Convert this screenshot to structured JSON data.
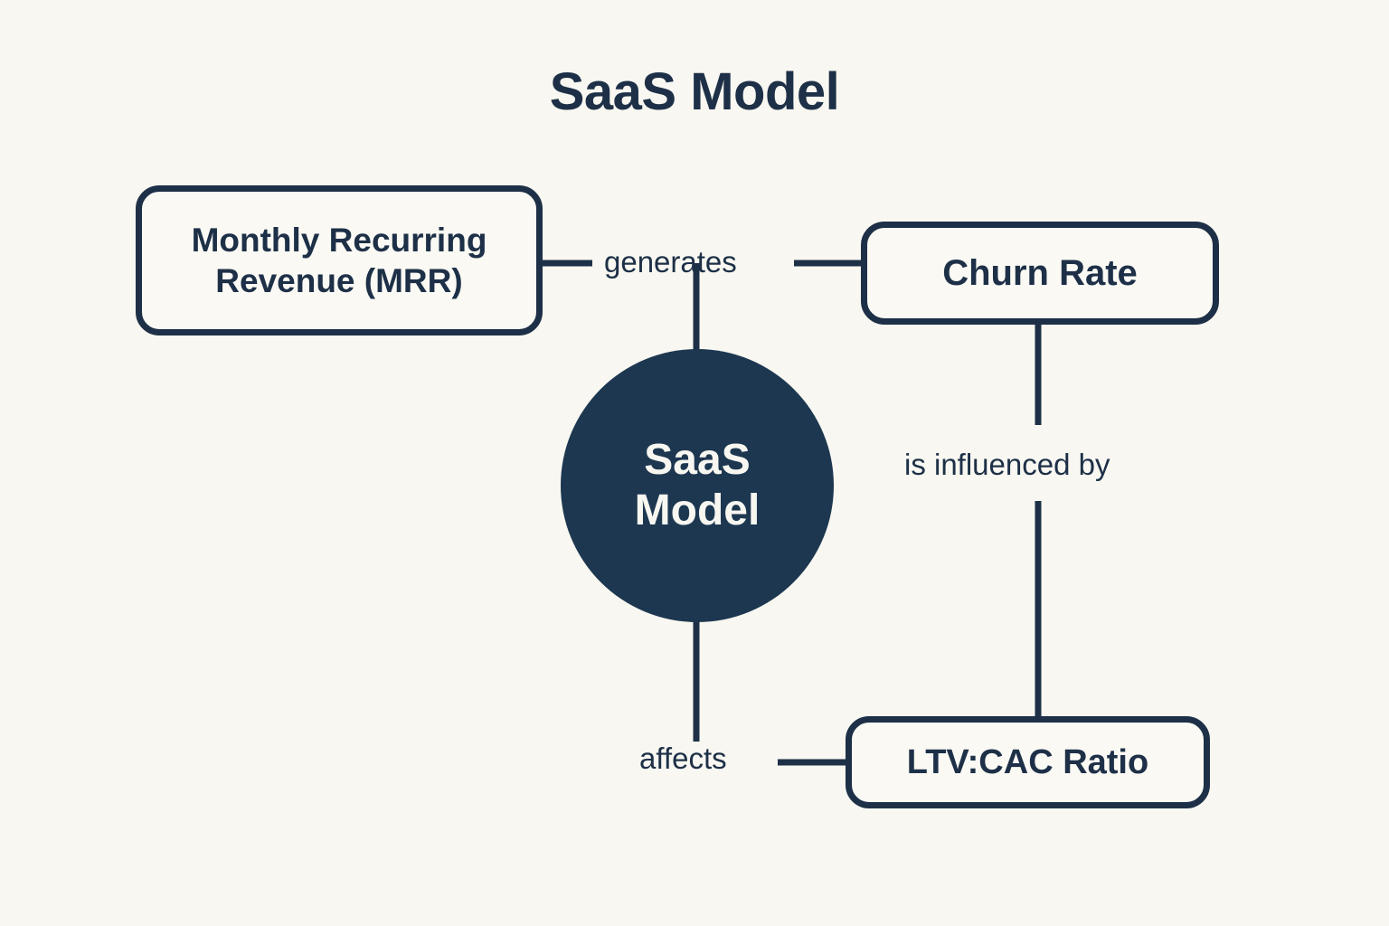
{
  "diagram": {
    "title": "SaaS Model",
    "type": "concept-map",
    "background_color": "#f8f7f1",
    "ink_color": "#1d3047",
    "node_fill_color": "#faf9f4",
    "center_fill_color": "#1d3750",
    "center_text_color": "#f7f6f1",
    "center_node": {
      "label": "SaaS Model",
      "line1": "SaaS",
      "line2": "Model",
      "shape": "circle"
    },
    "nodes": [
      {
        "id": "mrr",
        "label": "Monthly Recurring Revenue (MRR)",
        "line1": "Monthly Recurring",
        "line2": "Revenue (MRR)",
        "shape": "rounded-rect",
        "position": "top-left"
      },
      {
        "id": "churn",
        "label": "Churn Rate",
        "line1": "Churn Rate",
        "line2": "",
        "shape": "rounded-rect",
        "position": "top-right"
      },
      {
        "id": "ltv",
        "label": "LTV:CAC Ratio",
        "line1": "LTV:CAC Ratio",
        "line2": "",
        "shape": "rounded-rect",
        "position": "bottom-right"
      }
    ],
    "edges": [
      {
        "id": "e1",
        "label": "generates",
        "from": "mrr",
        "to": "churn"
      },
      {
        "id": "e2",
        "label": "is influenced by",
        "from": "churn",
        "to": "ltv"
      },
      {
        "id": "e3",
        "label": "affects",
        "from": "center",
        "to": "ltv"
      }
    ]
  }
}
